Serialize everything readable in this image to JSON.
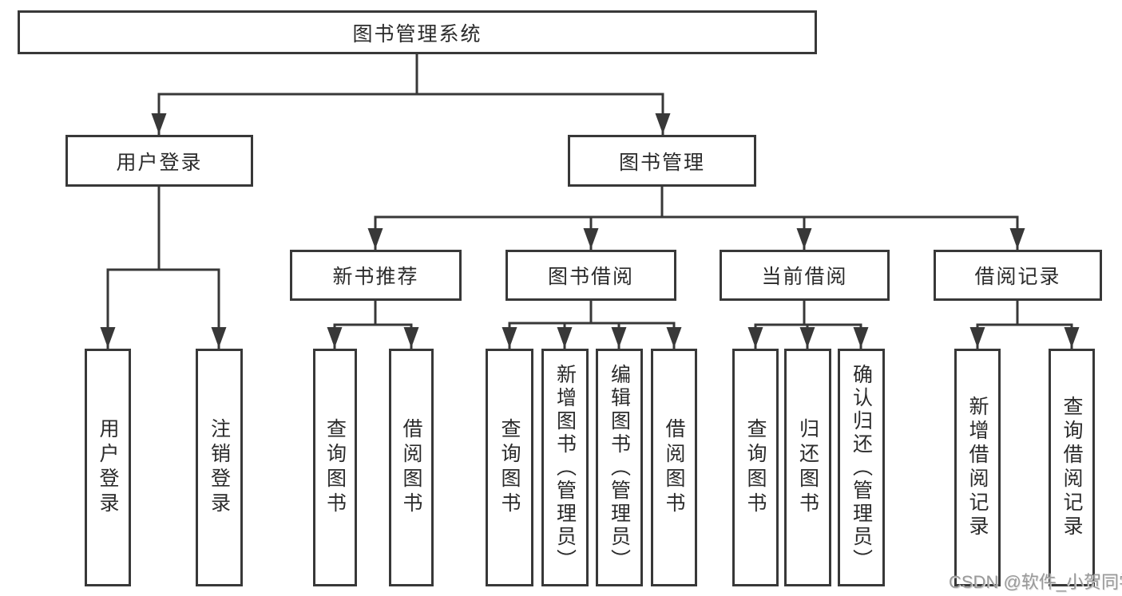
{
  "tree": {
    "root": "图书管理系统",
    "level2": [
      "用户登录",
      "图书管理"
    ],
    "level3": [
      "新书推荐",
      "图书借阅",
      "当前借阅",
      "借阅记录"
    ],
    "leaves": {
      "user_login": [
        "用户登录",
        "注销登录"
      ],
      "new_books": [
        "查询图书",
        "借阅图书"
      ],
      "book_borrow": [
        "查询图书",
        "新增图书（管理员）",
        "编辑图书（管理员）",
        "借阅图书"
      ],
      "current_borrow": [
        "查询图书",
        "归还图书",
        "确认归还（管理员）"
      ],
      "borrow_records": [
        "新增借阅记录",
        "查询借阅记录"
      ]
    }
  },
  "watermark": {
    "text": "CSDN @软件_小贺同学"
  },
  "colors": {
    "line": "#383838",
    "box_border": "#383838",
    "text": "#2b2b2b",
    "background": "#ffffff",
    "watermark": "#999999"
  }
}
